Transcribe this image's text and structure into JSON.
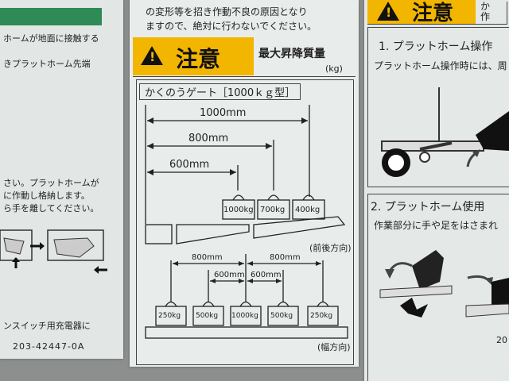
{
  "left_panel": {
    "line1": "ホームが地面に接触する",
    "line2": "きプラットホーム先端",
    "line3": "さい。プラットホームが",
    "line4": "に作動し格納します。",
    "line5": "ら手を離してください。",
    "line6": "ンスイッチ用充電器に",
    "part_no": "203-42447-0A"
  },
  "center_panel": {
    "top_line1": "の変形等を招き作動不良の原因となり",
    "top_line2": "ますので、絶対に行わないでください。",
    "caution": "注意",
    "capacity_title": "最大昇降質量",
    "unit": "(kg)",
    "model": "かくのうゲート［1000ｋｇ型］",
    "front_back": {
      "dims": [
        "1000mm",
        "800mm",
        "600mm"
      ],
      "loads": [
        "1000kg",
        "700kg",
        "400kg"
      ],
      "direction": "(前後方向)"
    },
    "width": {
      "dims": [
        "800mm",
        "800mm",
        "600mm",
        "600mm"
      ],
      "loads": [
        "250kg",
        "500kg",
        "1000kg",
        "500kg",
        "250kg"
      ],
      "direction": "(幅方向)"
    }
  },
  "right_panel": {
    "caution": "注意",
    "side_text": "か作",
    "sec1": "1. プラットホーム操作",
    "sec1_body": "プラットホーム操作時には、周",
    "sec2": "2. プラットホーム使用",
    "sec2_body": "作業部分に手や足をはさまれ",
    "code": "20"
  },
  "colors": {
    "warning_yellow": "#f2b600",
    "green_band": "#2e8b57",
    "plate": "#e8ecea"
  }
}
